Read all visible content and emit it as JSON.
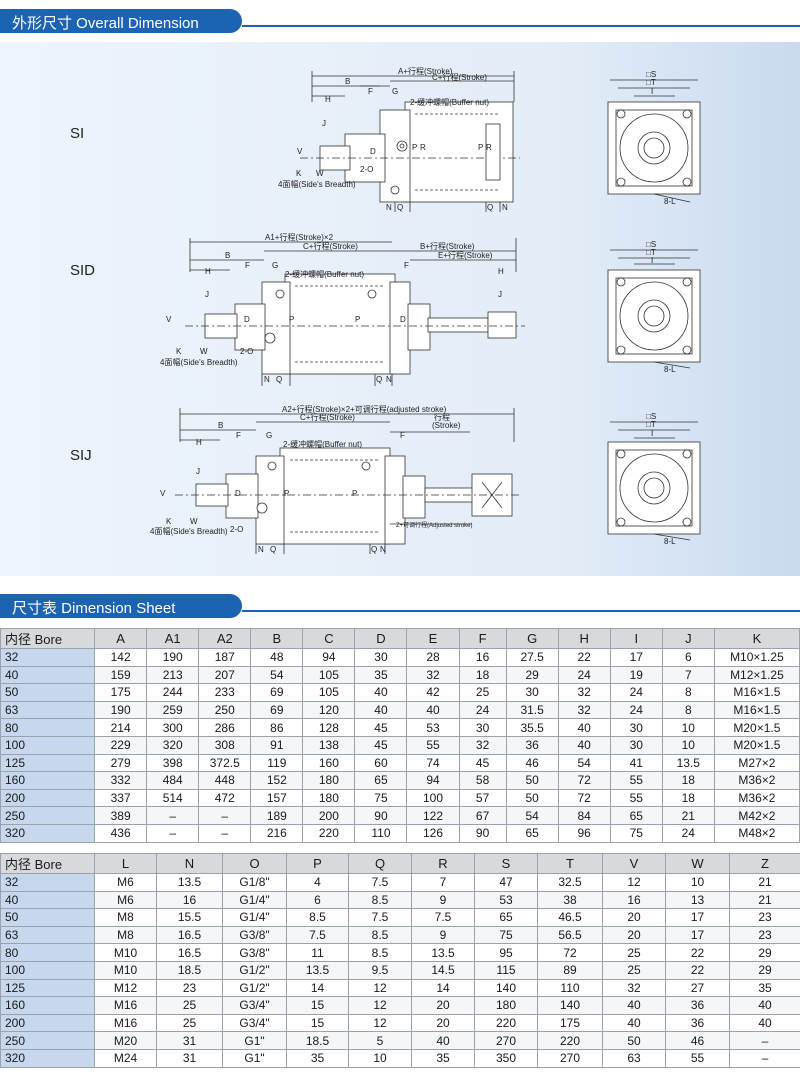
{
  "sections": {
    "overall_title": "外形尺寸 Overall Dimension",
    "sheet_title": "尺寸表 Dimension Sheet"
  },
  "drawings": {
    "models": [
      "SI",
      "SID",
      "SIJ"
    ],
    "labels": {
      "stroke_a": "A+行程(Stroke)",
      "stroke_c": "C+行程(Stroke)",
      "buffer_nut": "2-缓冲螺帽(Buffer nut)",
      "sides": "4面幅(Side's Breadth)",
      "stroke_a1": "A1+行程(Stroke)×2",
      "stroke_b": "B+行程(Stroke)",
      "stroke_e": "E+行程(Stroke)",
      "stroke_a2": "A2+行程(Stroke)×2+可调行程(adjusted stroke)",
      "stroke_short": "行程",
      "stroke_paren": "(Stroke)",
      "z_adjust": "Z+可调行程(Adjusted stroke)",
      "two_o": "2-O",
      "eight_l": "8-L",
      "square_s": "□S",
      "square_t": "□T",
      "letters": [
        "B",
        "H",
        "F",
        "G",
        "J",
        "K",
        "W",
        "N",
        "Q",
        "V",
        "D",
        "P",
        "R",
        "I"
      ]
    }
  },
  "table1": {
    "headers": [
      "内径 Bore",
      "A",
      "A1",
      "A2",
      "B",
      "C",
      "D",
      "E",
      "F",
      "G",
      "H",
      "I",
      "J",
      "K"
    ],
    "rows": [
      [
        "32",
        "142",
        "190",
        "187",
        "48",
        "94",
        "30",
        "28",
        "16",
        "27.5",
        "22",
        "17",
        "6",
        "M10×1.25"
      ],
      [
        "40",
        "159",
        "213",
        "207",
        "54",
        "105",
        "35",
        "32",
        "18",
        "29",
        "24",
        "19",
        "7",
        "M12×1.25"
      ],
      [
        "50",
        "175",
        "244",
        "233",
        "69",
        "105",
        "40",
        "42",
        "25",
        "30",
        "32",
        "24",
        "8",
        "M16×1.5"
      ],
      [
        "63",
        "190",
        "259",
        "250",
        "69",
        "120",
        "40",
        "40",
        "24",
        "31.5",
        "32",
        "24",
        "8",
        "M16×1.5"
      ],
      [
        "80",
        "214",
        "300",
        "286",
        "86",
        "128",
        "45",
        "53",
        "30",
        "35.5",
        "40",
        "30",
        "10",
        "M20×1.5"
      ],
      [
        "100",
        "229",
        "320",
        "308",
        "91",
        "138",
        "45",
        "55",
        "32",
        "36",
        "40",
        "30",
        "10",
        "M20×1.5"
      ],
      [
        "125",
        "279",
        "398",
        "372.5",
        "119",
        "160",
        "60",
        "74",
        "45",
        "46",
        "54",
        "41",
        "13.5",
        "M27×2"
      ],
      [
        "160",
        "332",
        "484",
        "448",
        "152",
        "180",
        "65",
        "94",
        "58",
        "50",
        "72",
        "55",
        "18",
        "M36×2"
      ],
      [
        "200",
        "337",
        "514",
        "472",
        "157",
        "180",
        "75",
        "100",
        "57",
        "50",
        "72",
        "55",
        "18",
        "M36×2"
      ],
      [
        "250",
        "389",
        "–",
        "–",
        "189",
        "200",
        "90",
        "122",
        "67",
        "54",
        "84",
        "65",
        "21",
        "M42×2"
      ],
      [
        "320",
        "436",
        "–",
        "–",
        "216",
        "220",
        "110",
        "126",
        "90",
        "65",
        "96",
        "75",
        "24",
        "M48×2"
      ]
    ]
  },
  "table2": {
    "headers": [
      "内径 Bore",
      "L",
      "N",
      "O",
      "P",
      "Q",
      "R",
      "S",
      "T",
      "V",
      "W",
      "Z"
    ],
    "rows": [
      [
        "32",
        "M6",
        "13.5",
        "G1/8\"",
        "4",
        "7.5",
        "7",
        "47",
        "32.5",
        "12",
        "10",
        "21"
      ],
      [
        "40",
        "M6",
        "16",
        "G1/4\"",
        "6",
        "8.5",
        "9",
        "53",
        "38",
        "16",
        "13",
        "21"
      ],
      [
        "50",
        "M8",
        "15.5",
        "G1/4\"",
        "8.5",
        "7.5",
        "7.5",
        "65",
        "46.5",
        "20",
        "17",
        "23"
      ],
      [
        "63",
        "M8",
        "16.5",
        "G3/8\"",
        "7.5",
        "8.5",
        "9",
        "75",
        "56.5",
        "20",
        "17",
        "23"
      ],
      [
        "80",
        "M10",
        "16.5",
        "G3/8\"",
        "11",
        "8.5",
        "13.5",
        "95",
        "72",
        "25",
        "22",
        "29"
      ],
      [
        "100",
        "M10",
        "18.5",
        "G1/2\"",
        "13.5",
        "9.5",
        "14.5",
        "115",
        "89",
        "25",
        "22",
        "29"
      ],
      [
        "125",
        "M12",
        "23",
        "G1/2\"",
        "14",
        "12",
        "14",
        "140",
        "110",
        "32",
        "27",
        "35"
      ],
      [
        "160",
        "M16",
        "25",
        "G3/4\"",
        "15",
        "12",
        "20",
        "180",
        "140",
        "40",
        "36",
        "40"
      ],
      [
        "200",
        "M16",
        "25",
        "G3/4\"",
        "15",
        "12",
        "20",
        "220",
        "175",
        "40",
        "36",
        "40"
      ],
      [
        "250",
        "M20",
        "31",
        "G1\"",
        "18.5",
        "5",
        "40",
        "270",
        "220",
        "50",
        "46",
        "–"
      ],
      [
        "320",
        "M24",
        "31",
        "G1\"",
        "35",
        "10",
        "35",
        "350",
        "270",
        "63",
        "55",
        "–"
      ]
    ]
  }
}
